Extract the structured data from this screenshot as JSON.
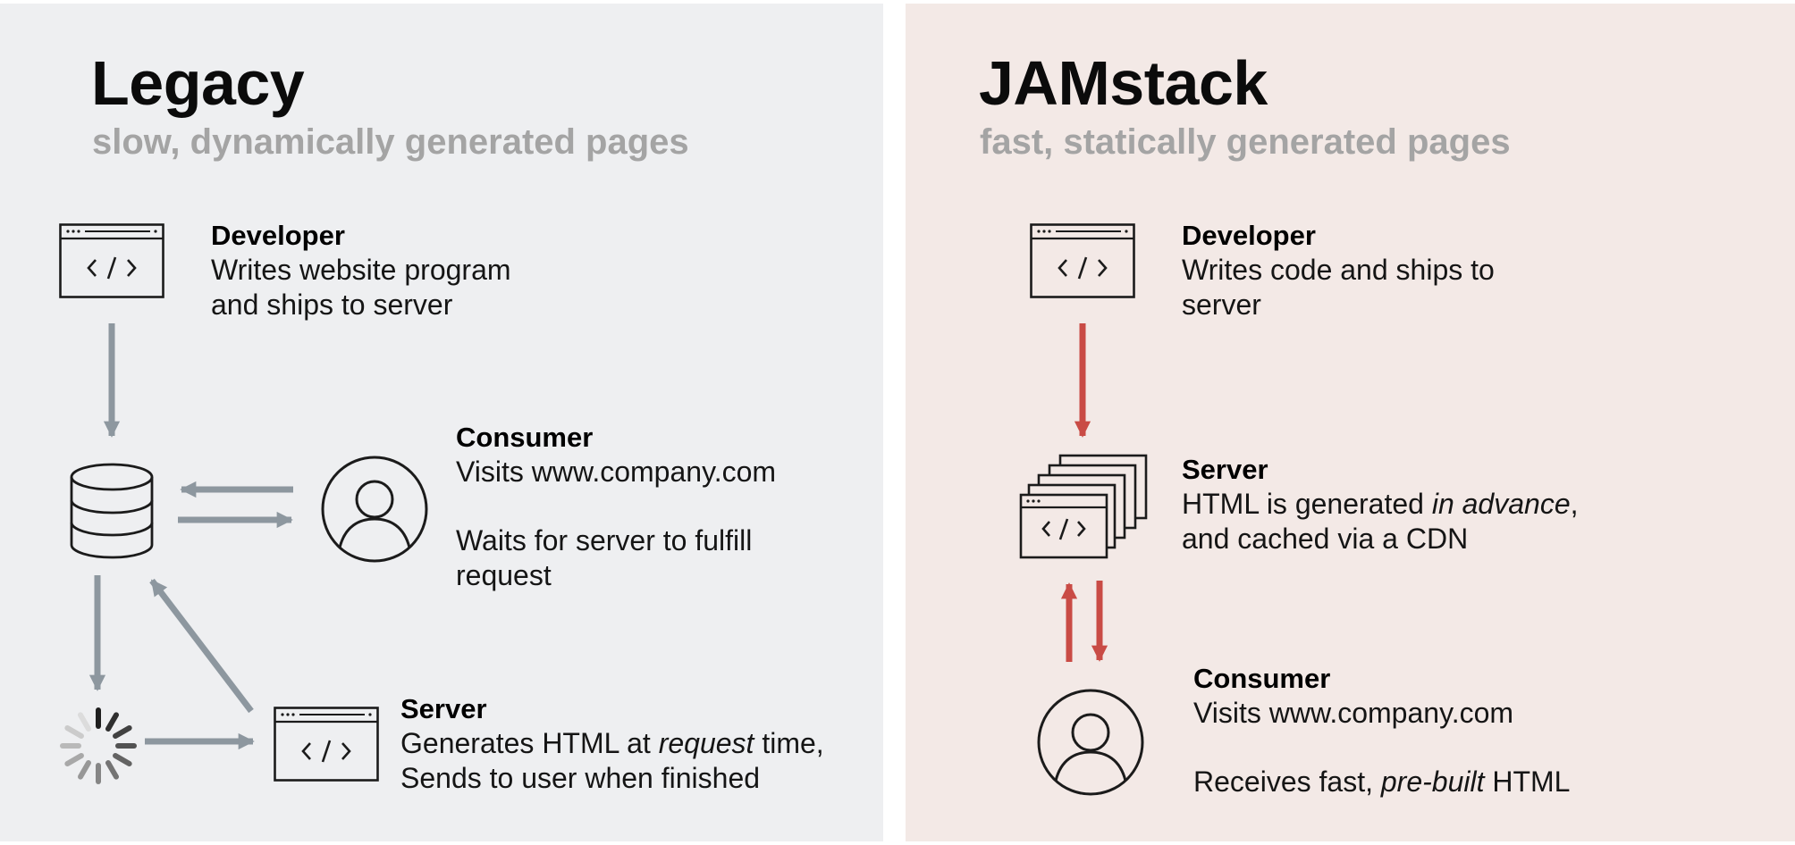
{
  "legacy": {
    "title": "Legacy",
    "subtitle": "slow, dynamically generated pages",
    "developer": {
      "heading": "Developer",
      "line1": "Writes website program",
      "line2": "and ships to server"
    },
    "consumer": {
      "heading": "Consumer",
      "line1": "Visits www.company.com",
      "line2": "Waits for server to fulfill",
      "line3": "request"
    },
    "server": {
      "heading": "Server",
      "line1_pre": "Generates HTML at ",
      "line1_em": "request",
      "line1_post": " time,",
      "line2": "Sends to user when finished"
    }
  },
  "jamstack": {
    "title": "JAMstack",
    "subtitle": "fast, statically generated pages",
    "developer": {
      "heading": "Developer",
      "line1": "Writes code and ships to",
      "line2": "server"
    },
    "server": {
      "heading": "Server",
      "line1_pre": "HTML is generated ",
      "line1_em": "in advance",
      "line1_post": ",",
      "line2": "and cached via a CDN"
    },
    "consumer": {
      "heading": "Consumer",
      "line1": "Visits www.company.com",
      "line2_pre": "Receives fast, ",
      "line2_em": "pre-built",
      "line2_post": " HTML"
    }
  },
  "colors": {
    "legacy_bg": "#eeeff1",
    "jam_bg": "#f3e9e6",
    "legacy_arrow": "#8d979f",
    "jam_arrow": "#c94b45",
    "subtitle": "#a4a4a4"
  },
  "icons": [
    "code-window-icon",
    "database-icon",
    "user-circle-icon",
    "loading-spinner-icon",
    "stacked-pages-icon"
  ]
}
